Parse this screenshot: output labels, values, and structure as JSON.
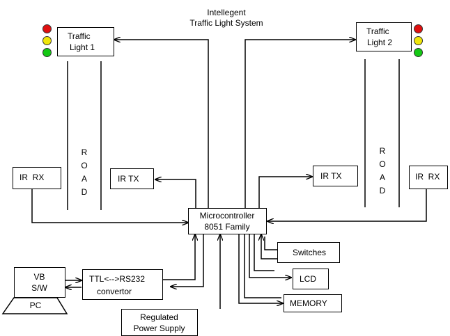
{
  "title": {
    "line1": "Intellegent",
    "line2": "Traffic Light System"
  },
  "colors": {
    "red": "#e01010",
    "yellow": "#f0e60a",
    "green": "#14c814"
  },
  "blocks": {
    "traffic_light_1": {
      "line1": "Traffic",
      "line2": "Light 1"
    },
    "traffic_light_2": {
      "line1": "Traffic",
      "line2": "Light 2"
    },
    "ir_rx_left": "IR  RX",
    "ir_rx_right": "IR  RX",
    "ir_tx_left": "IR TX",
    "ir_tx_right": "IR TX",
    "microcontroller": {
      "line1": "Microcontroller",
      "line2": "8051 Family"
    },
    "switches": "Switches",
    "lcd": "LCD",
    "memory": "MEMORY",
    "power_supply": {
      "line1": "Regulated",
      "line2": "Power Supply"
    },
    "converter": {
      "line1": "TTL<-->RS232",
      "line2": "convertor"
    },
    "pc": {
      "line1": "VB",
      "line2": "S/W",
      "base": "PC"
    }
  },
  "road_label": "ROAD"
}
